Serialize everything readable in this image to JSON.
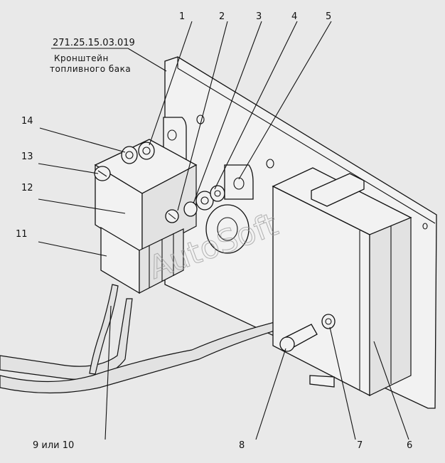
{
  "title": {
    "part_number": "271.25.15.03.019",
    "name_line1": "Кронштейн",
    "name_line2": "топливного бака"
  },
  "callouts": [
    {
      "id": "1",
      "text": "1"
    },
    {
      "id": "2",
      "text": "2"
    },
    {
      "id": "3",
      "text": "3"
    },
    {
      "id": "4",
      "text": "4"
    },
    {
      "id": "5",
      "text": "5"
    },
    {
      "id": "6",
      "text": "6"
    },
    {
      "id": "7",
      "text": "7"
    },
    {
      "id": "8",
      "text": "8"
    },
    {
      "id": "9-10",
      "text": "9 или 10"
    },
    {
      "id": "11",
      "text": "11"
    },
    {
      "id": "12",
      "text": "12"
    },
    {
      "id": "13",
      "text": "13"
    },
    {
      "id": "14",
      "text": "14"
    }
  ],
  "watermark": "AutoSoft",
  "colors": {
    "background": "#e9e9e9",
    "line": "#111111"
  }
}
